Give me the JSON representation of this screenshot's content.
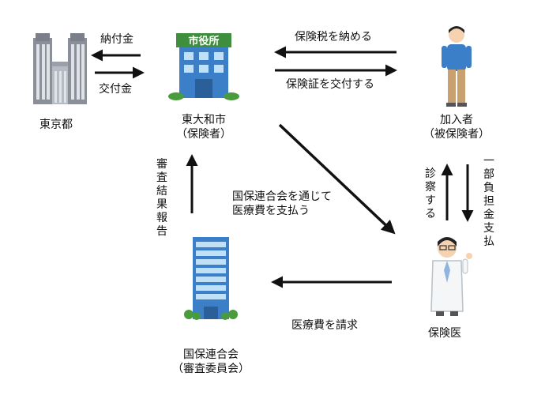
{
  "nodes": {
    "tokyo": {
      "label": "東京都"
    },
    "city": {
      "sign": "市役所",
      "label_line1": "東大和市",
      "label_line2": "（保険者）"
    },
    "insured": {
      "label_line1": "加入者",
      "label_line2": "（被保険者）"
    },
    "doctor": {
      "label": "保険医"
    },
    "federation": {
      "label_line1": "国保連合会",
      "label_line2": "（審査委員会）"
    }
  },
  "flows": {
    "payment": "納付金",
    "grant": "交付金",
    "pay_tax": "保険税を納める",
    "issue_card": "保険証を交付する",
    "pay_medical_line1": "国保連合会を通じて",
    "pay_medical_line2": "医療費を支払う",
    "examination": "診察する",
    "copay": "一部負担金支払",
    "claim": "医療費を請求",
    "review_report": "審査結果報告"
  },
  "colors": {
    "arrow": "#111111",
    "building_blue": "#3a7fc8",
    "sign_green": "#3e8e3e",
    "skyscraper_gray": "#8a8f99"
  }
}
